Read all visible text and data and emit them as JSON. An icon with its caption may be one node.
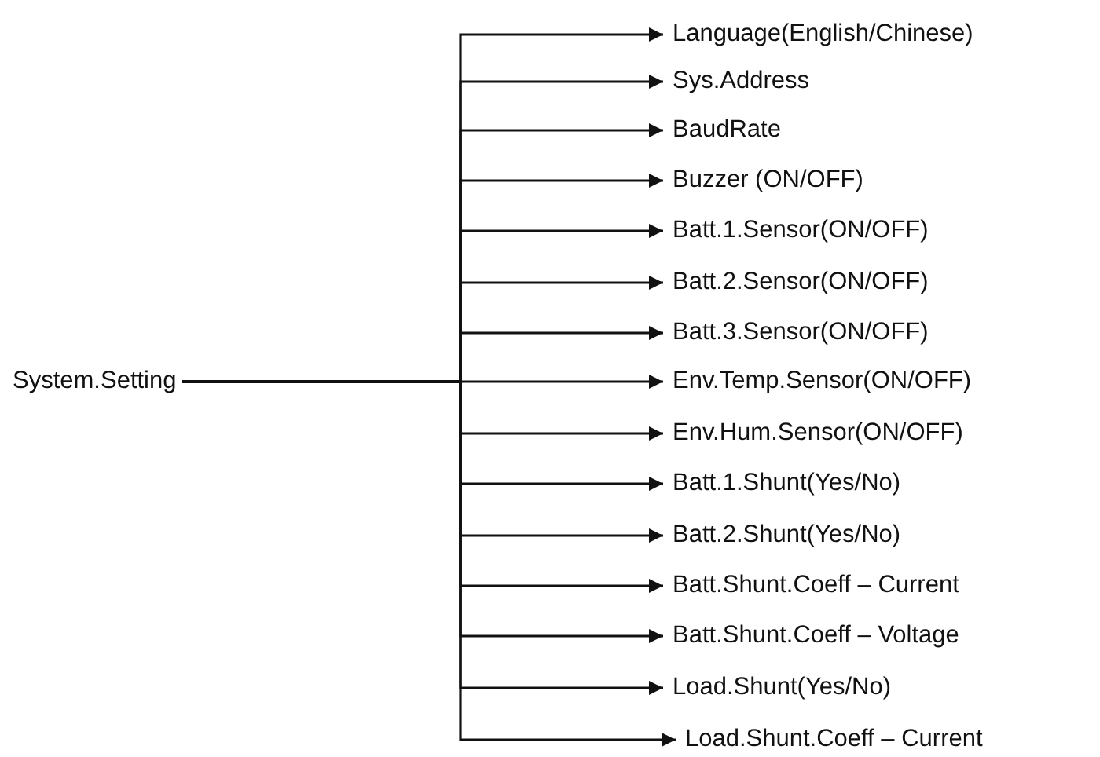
{
  "diagram": {
    "nodes": [
      {
        "text": [
          "System.Setting"
        ]
      },
      {
        "text": [
          "Language(English/Chinese)"
        ]
      },
      {
        "text": [
          "Sys.Address"
        ]
      },
      {
        "text": [
          "BaudRate"
        ]
      },
      {
        "text": [
          "Buzzer (ON/OFF)"
        ]
      },
      {
        "text": [
          "Batt.1.Sensor(ON/OFF)"
        ]
      },
      {
        "text": [
          "Batt.2.Sensor(ON/OFF)"
        ]
      },
      {
        "text": [
          "Batt.3.Sensor(ON/OFF)"
        ]
      },
      {
        "text": [
          "Env.Temp.Sensor(ON/OFF)"
        ]
      },
      {
        "text": [
          "Env.Hum.Sensor(ON/OFF)"
        ]
      },
      {
        "text": [
          "Batt.1.Shunt(Yes/No)"
        ]
      },
      {
        "text": [
          "Batt.2.Shunt(Yes/No)"
        ]
      },
      {
        "text": [
          "Batt.Shunt.Coeff – Current"
        ]
      },
      {
        "text": [
          "Batt.Shunt.Coeff – Voltage"
        ]
      },
      {
        "text": [
          "Load.Shunt(Yes/No)"
        ]
      },
      {
        "text": [
          "Load.Shunt.Coeff – Current"
        ]
      }
    ],
    "edges": [
      {
        "from": 0,
        "to": 1,
        "arrow": "to"
      },
      {
        "from": 0,
        "to": 2,
        "arrow": "to"
      },
      {
        "from": 0,
        "to": 3,
        "arrow": "to"
      },
      {
        "from": 0,
        "to": 4,
        "arrow": "to"
      },
      {
        "from": 0,
        "to": 5,
        "arrow": "to"
      },
      {
        "from": 0,
        "to": 6,
        "arrow": "to"
      },
      {
        "from": 0,
        "to": 7,
        "arrow": "to"
      },
      {
        "from": 0,
        "to": 8,
        "arrow": "to"
      },
      {
        "from": 0,
        "to": 9,
        "arrow": "to"
      },
      {
        "from": 0,
        "to": 10,
        "arrow": "to"
      },
      {
        "from": 0,
        "to": 11,
        "arrow": "to"
      },
      {
        "from": 0,
        "to": 12,
        "arrow": "to"
      },
      {
        "from": 0,
        "to": 13,
        "arrow": "to"
      },
      {
        "from": 0,
        "to": 14,
        "arrow": "to"
      },
      {
        "from": 0,
        "to": 15,
        "arrow": "to"
      }
    ]
  }
}
